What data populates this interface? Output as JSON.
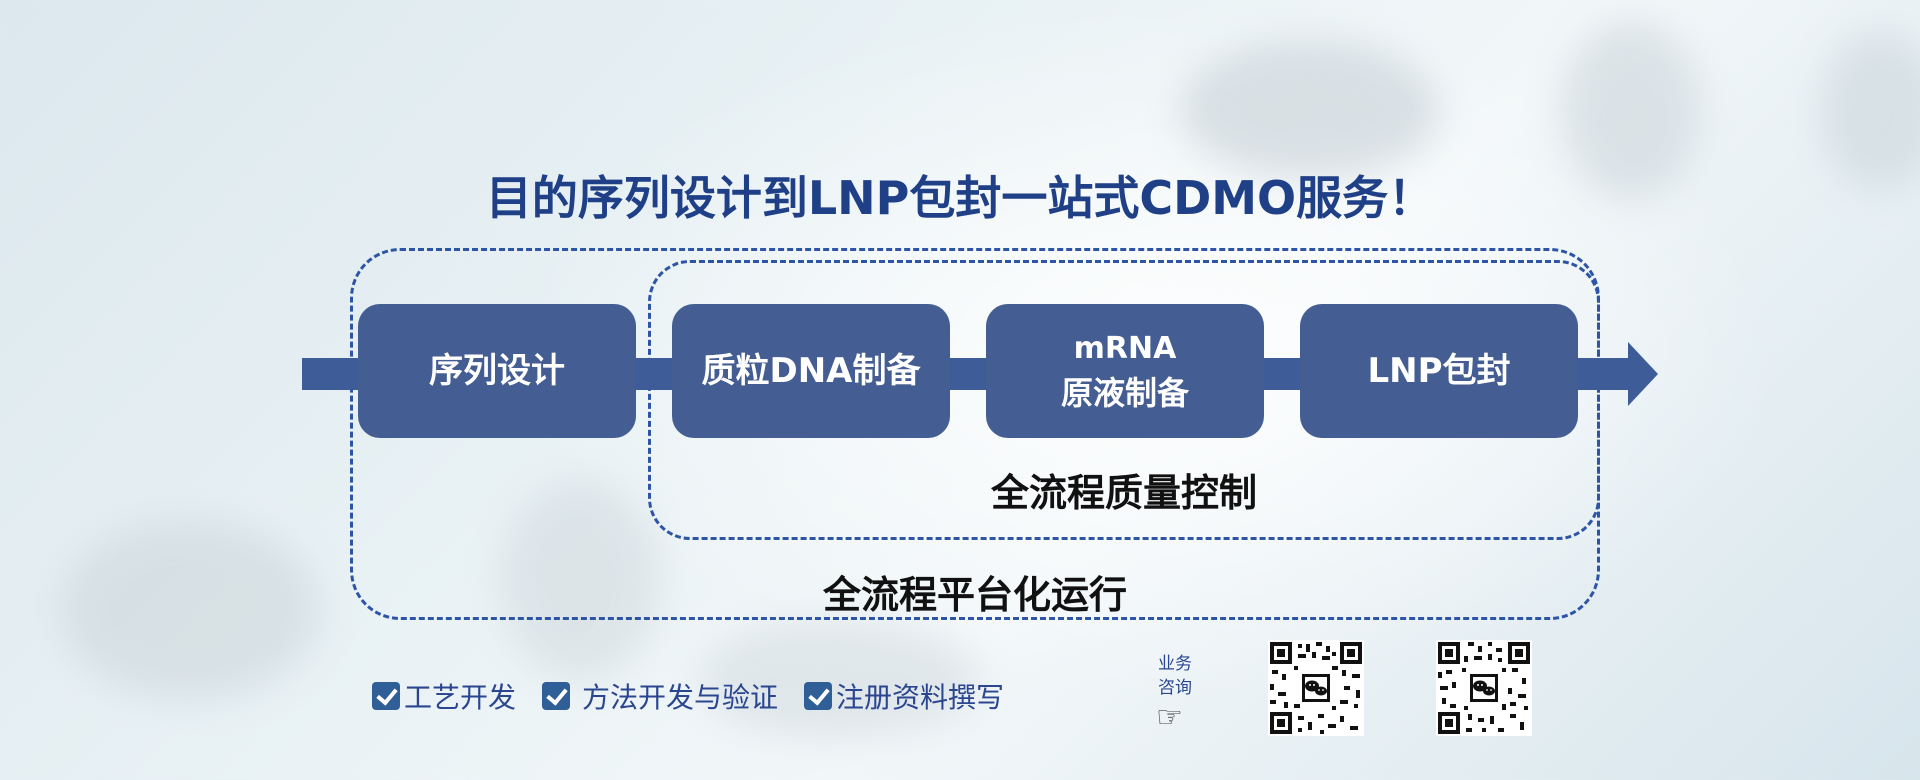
{
  "title": "目的序列设计到LNP包封一站式CDMO服务！",
  "steps": [
    {
      "label": "序列设计",
      "sub": ""
    },
    {
      "label": "质粒DNA制备",
      "sub": ""
    },
    {
      "label": "mRNA",
      "sub": "原液制备"
    },
    {
      "label": "LNP包封",
      "sub": ""
    }
  ],
  "inner_group_label": "全流程质量控制",
  "outer_group_label": "全流程平台化运行",
  "features": [
    {
      "label": "工艺开发"
    },
    {
      "label": "方法开发与验证"
    },
    {
      "label": "注册资料撰写"
    }
  ],
  "consult": {
    "line1": "业务",
    "line2": "咨询",
    "icon": "pointing-hand-icon"
  },
  "qr_codes": [
    {
      "icon": "wechat-qr-icon"
    },
    {
      "icon": "wechat-qr-icon"
    }
  ],
  "colors": {
    "title": "#1f3f86",
    "step_fill": "#445d92",
    "arrow": "#3d5c98",
    "dash": "#2d54a5",
    "feature_text": "#2b4690"
  }
}
